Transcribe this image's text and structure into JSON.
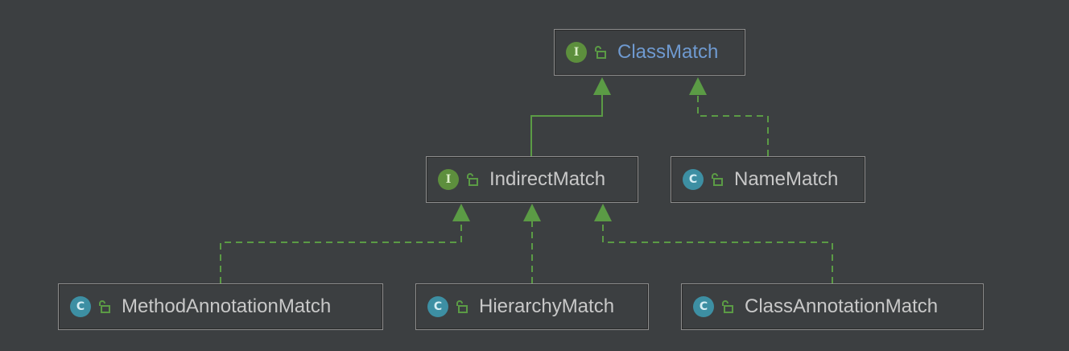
{
  "diagram": {
    "nodes": [
      {
        "id": "classmatch",
        "kind": "I",
        "label": "ClassMatch"
      },
      {
        "id": "indirectmatch",
        "kind": "I",
        "label": "IndirectMatch"
      },
      {
        "id": "namematch",
        "kind": "C",
        "label": "NameMatch"
      },
      {
        "id": "methodannotationmatch",
        "kind": "C",
        "label": "MethodAnnotationMatch"
      },
      {
        "id": "hierarchymatch",
        "kind": "C",
        "label": "HierarchyMatch"
      },
      {
        "id": "classannotationmatch",
        "kind": "C",
        "label": "ClassAnnotationMatch"
      }
    ],
    "edges": [
      {
        "from": "indirectmatch",
        "to": "classmatch",
        "type": "extends"
      },
      {
        "from": "namematch",
        "to": "classmatch",
        "type": "implements"
      },
      {
        "from": "methodannotationmatch",
        "to": "indirectmatch",
        "type": "implements"
      },
      {
        "from": "hierarchymatch",
        "to": "indirectmatch",
        "type": "implements"
      },
      {
        "from": "classannotationmatch",
        "to": "indirectmatch",
        "type": "implements"
      }
    ],
    "colors": {
      "background": "#3c3f41",
      "edge": "#5b9b45",
      "interface_icon": "#5d8f3d",
      "class_icon": "#3d8fa3",
      "highlighted_name": "#6f9ad0",
      "text": "#c8c8c8"
    }
  }
}
